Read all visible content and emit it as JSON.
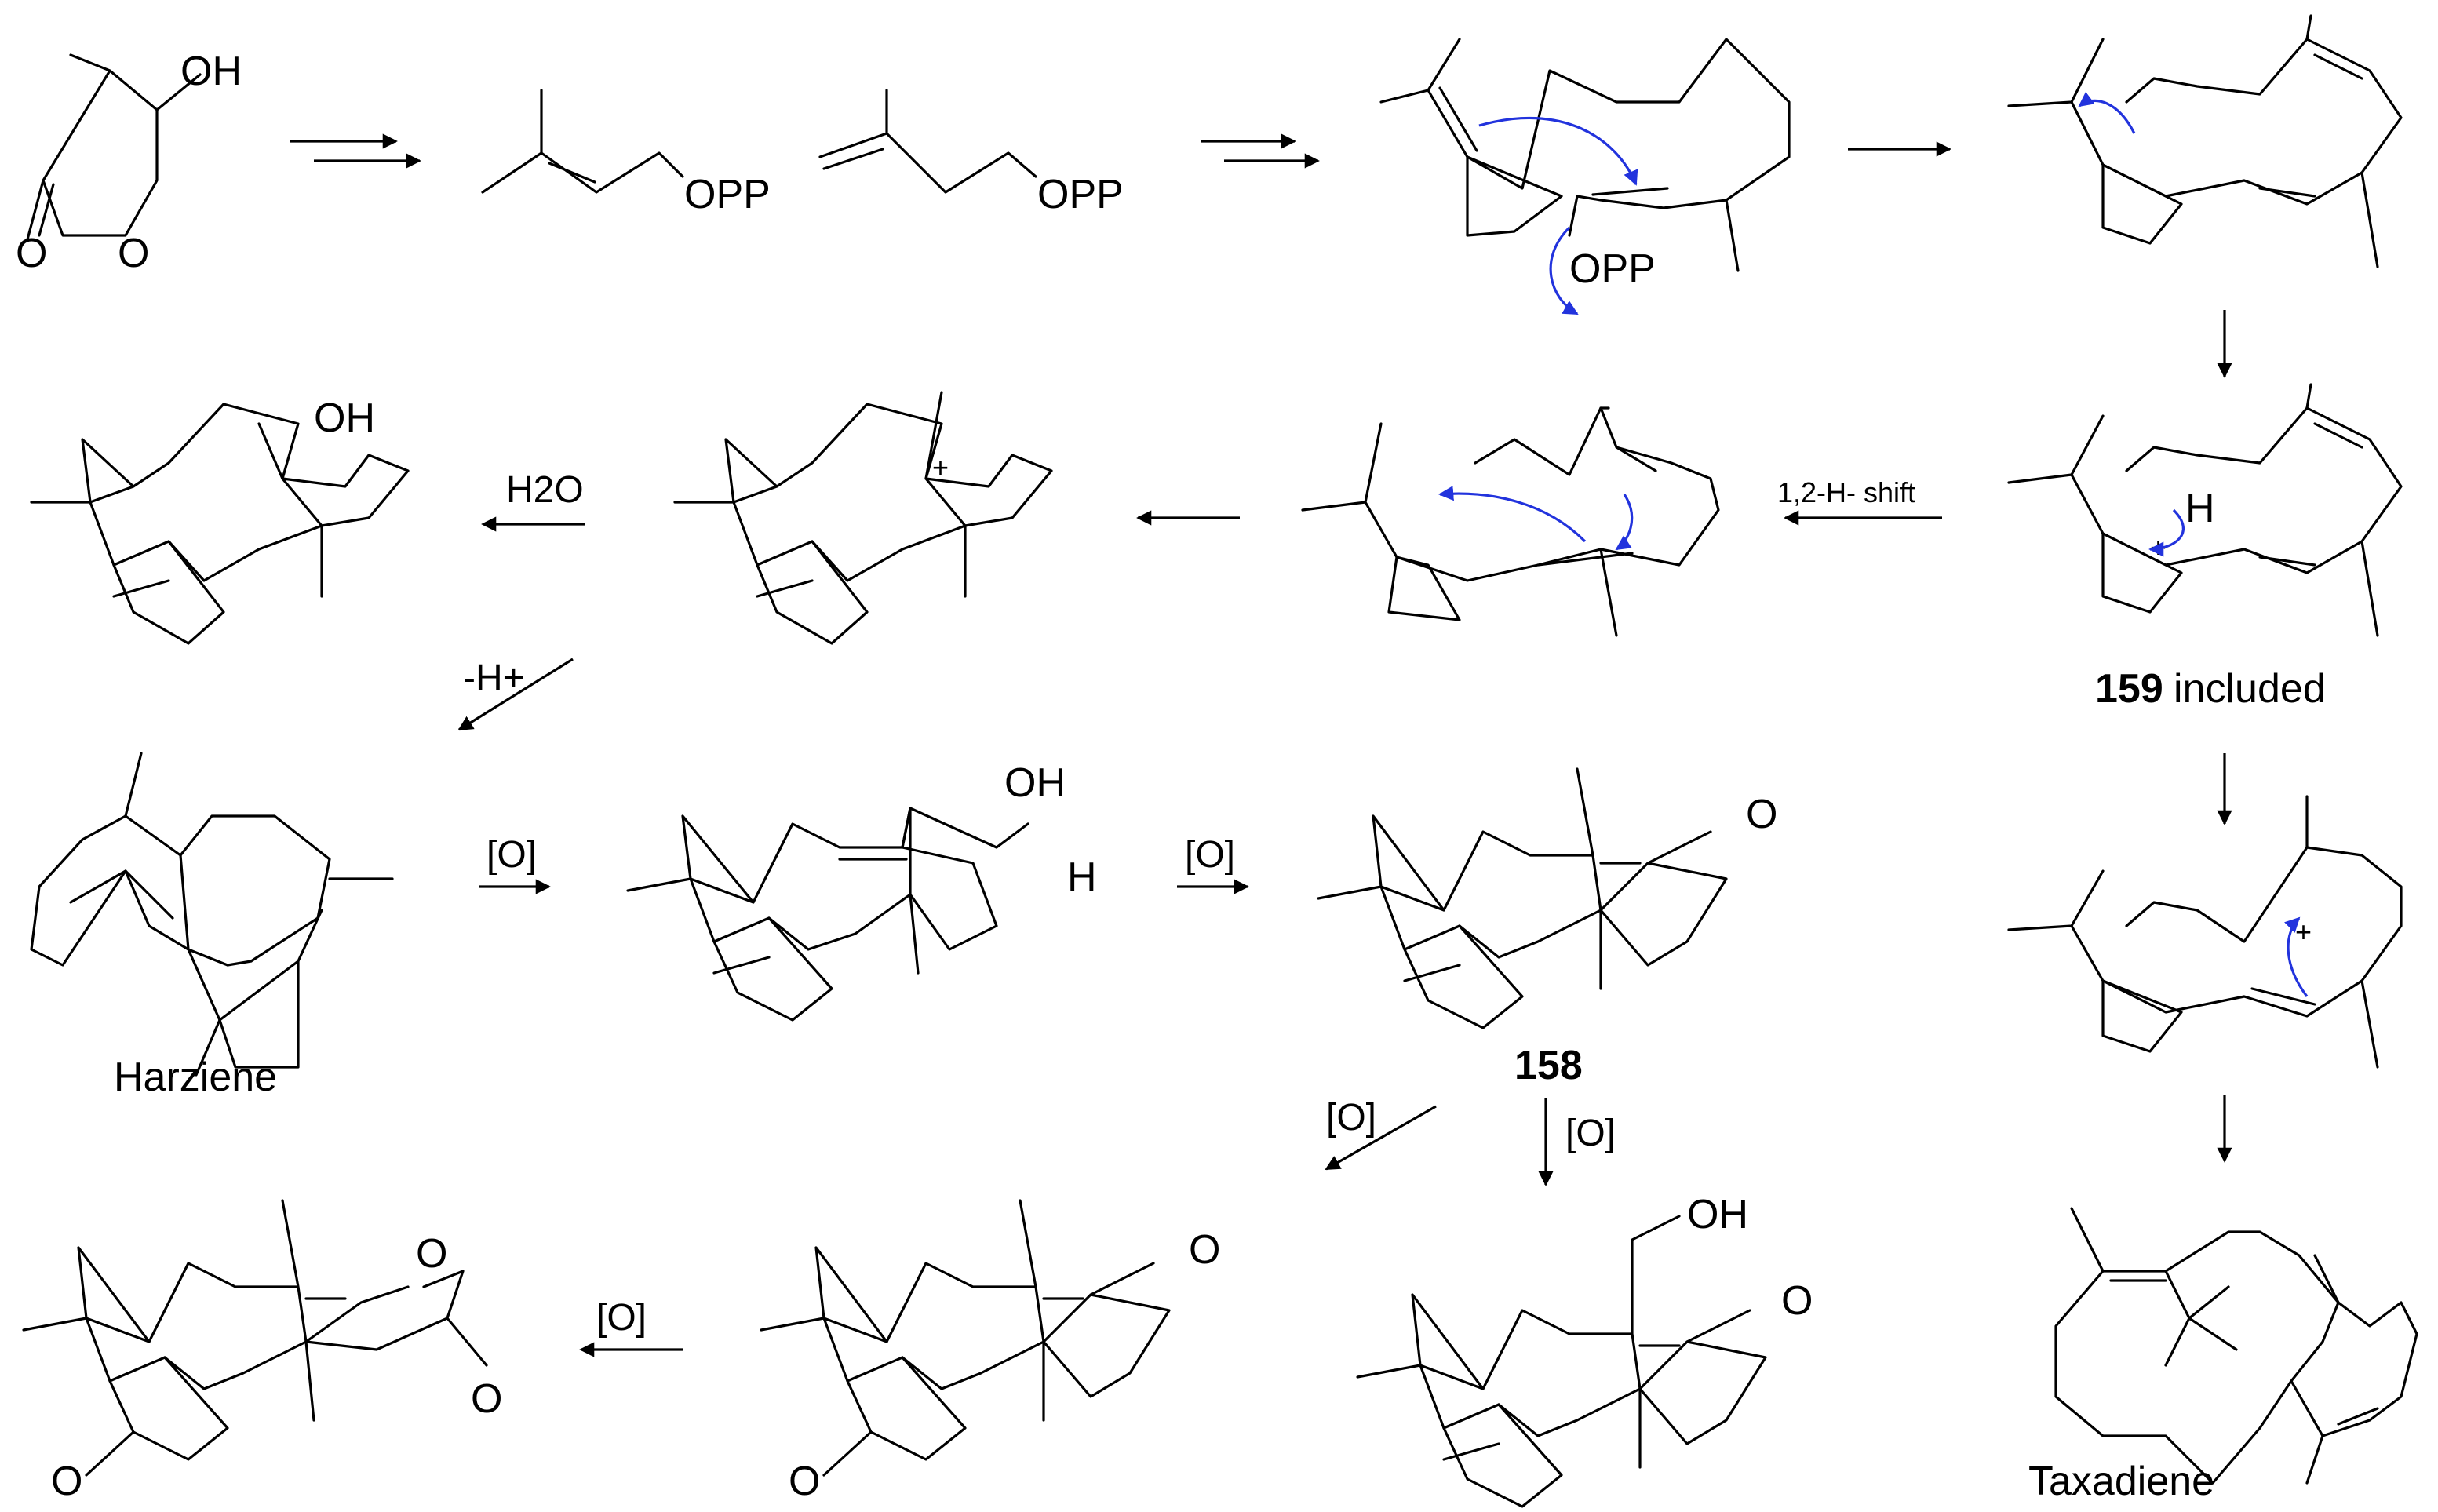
{
  "atoms": {
    "oh": "OH",
    "o": "O",
    "opp": "OPP",
    "h": "H",
    "plus": "+"
  },
  "reagents": {
    "water": "H2O",
    "shift": "1,2-H- shift",
    "deprotonation": "-H+",
    "oxidation": "[O]"
  },
  "compounds": {
    "c159_number": "159",
    "c159_suffix": "included",
    "c158": "158",
    "harziene": "Harziene",
    "taxadiene": "Taxadiene"
  },
  "colors": {
    "bond": "#000000",
    "electron_arrow": "#2233dd",
    "background": "#ffffff"
  }
}
